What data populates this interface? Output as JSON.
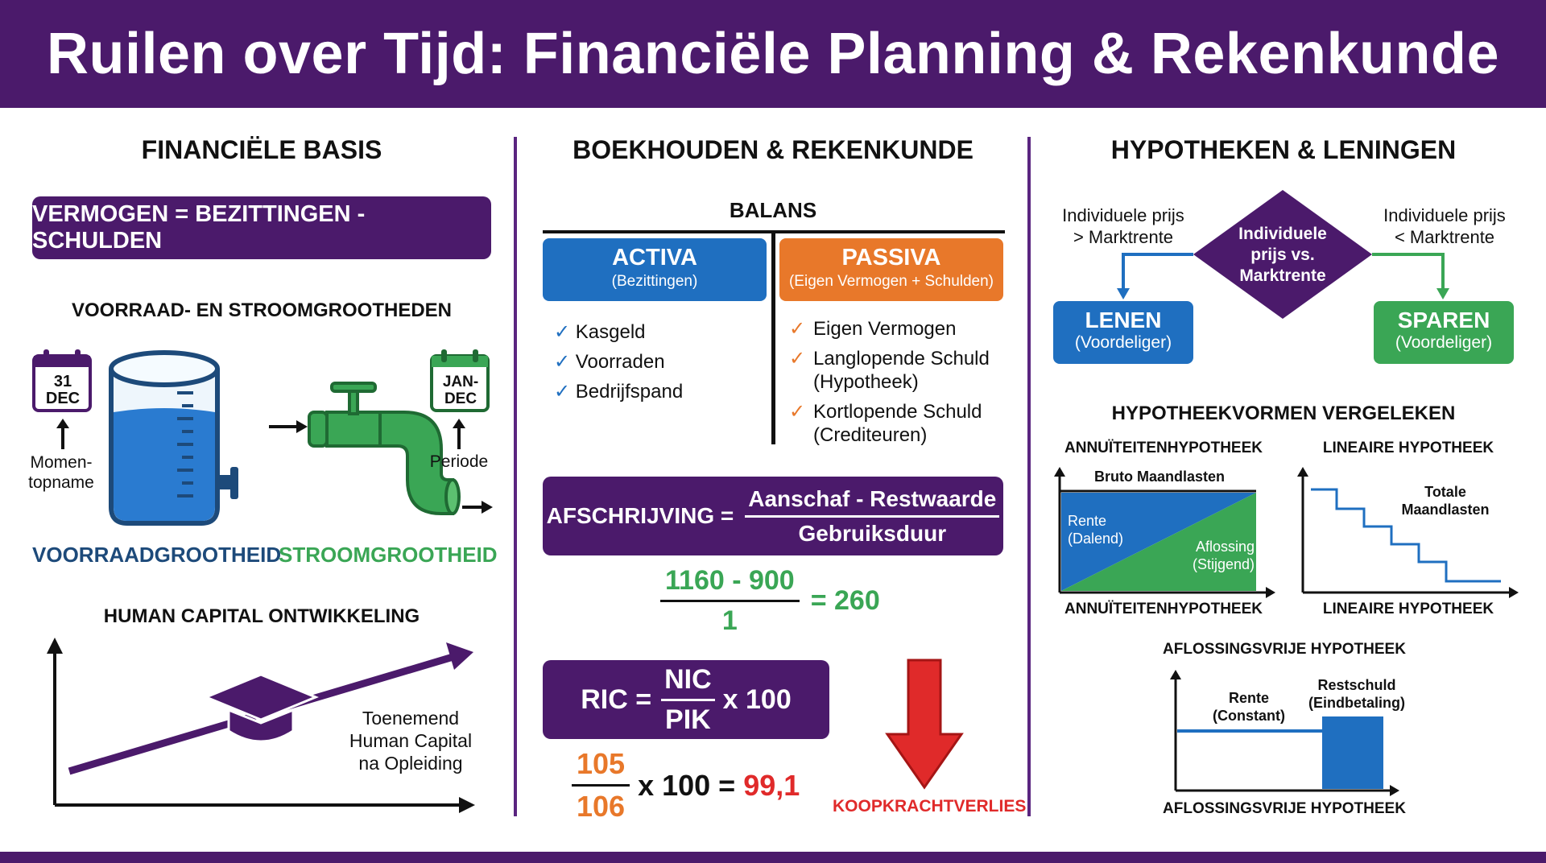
{
  "header": {
    "title": "Ruilen over Tijd: Financiële Planning & Rekenkunde"
  },
  "col1": {
    "title": "FINANCIËLE BASIS",
    "equation": "VERMOGEN = BEZITTINGEN - SCHULDEN",
    "stock_flow_title": "VOORRAAD- EN STROOMGROOTHEDEN",
    "cal_left_day": "31",
    "cal_left_month": "DEC",
    "cal_left_label": "Momen-\ntopname",
    "cal_right_line1": "JAN-",
    "cal_right_line2": "DEC",
    "cal_right_label": "Periode",
    "stock_label": "VOORRAADGROOTHEID",
    "flow_label": "STROOMGROOTHEID",
    "human_capital_title": "HUMAN CAPITAL ONTWIKKELING",
    "human_capital_note": "Toenemend\nHuman Capital\nna Opleiding"
  },
  "col2": {
    "title": "BOEKHOUDEN & REKENKUNDE",
    "balans_title": "BALANS",
    "activa_title": "ACTIVA",
    "activa_sub": "(Bezittingen)",
    "passiva_title": "PASSIVA",
    "passiva_sub": "(Eigen Vermogen + Schulden)",
    "activa_items": [
      "Kasgeld",
      "Voorraden",
      "Bedrijfspand"
    ],
    "passiva_items": [
      "Eigen Vermogen",
      "Langlopende Schuld\n(Hypotheek)",
      "Kortlopende Schuld\n(Crediteuren)"
    ],
    "afschrijving_label": "AFSCHRIJVING =",
    "afschrijving_num": "Aanschaf - Restwaarde",
    "afschrijving_den": "Gebruiksduur",
    "calc1_num": "1160 - 900",
    "calc1_den": "1",
    "calc1_result": "= 260",
    "ric_label": "RIC =",
    "ric_num": "NIC",
    "ric_den": "PIK",
    "ric_mult": "x 100",
    "calc2_num": "105",
    "calc2_den": "106",
    "calc2_mult": "x 100 =",
    "calc2_result": "99,1",
    "koopkracht_label": "KOOPKRACHTVERLIES"
  },
  "col3": {
    "title": "HYPOTHEKEN & LENINGEN",
    "left_condition": "Individuele prijs\n> Marktrente",
    "diamond_text": "Individuele\nprijs vs.\nMarktrente",
    "right_condition": "Individuele prijs\n< Marktrente",
    "lenen_title": "LENEN",
    "lenen_sub": "(Voordeliger)",
    "sparen_title": "SPAREN",
    "sparen_sub": "(Voordeliger)",
    "compare_title": "HYPOTHEEKVORMEN VERGELEKEN",
    "annuiteit_title": "ANNUÏTEITENHYPOTHEEK",
    "annuiteit_top_label": "Bruto Maandlasten",
    "annuiteit_rente": "Rente\n(Dalend)",
    "annuiteit_aflossing": "Aflossing\n(Stijgend)",
    "annuiteit_bottom": "ANNUÏTEITENHYPOTHEEK",
    "lineair_title": "LINEAIRE HYPOTHEEK",
    "lineair_label": "Totale\nMaandlasten",
    "lineair_bottom": "LINEAIRE HYPOTHEEK",
    "aflossingsvrij_title": "AFLOSSINGSVRIJE HYPOTHEEK",
    "aflossingsvrij_rente": "Rente\n(Constant)",
    "aflossingsvrij_rest": "Restschuld\n(Eindbetaling)",
    "aflossingsvrij_bottom": "AFLOSSINGSVRIJE HYPOTHEEK"
  },
  "colors": {
    "purple": "#4b1a6b",
    "blue": "#1f6fc0",
    "orange": "#e8782a",
    "green": "#3aa655",
    "red": "#e02a2a",
    "navy": "#1d4a7a"
  }
}
